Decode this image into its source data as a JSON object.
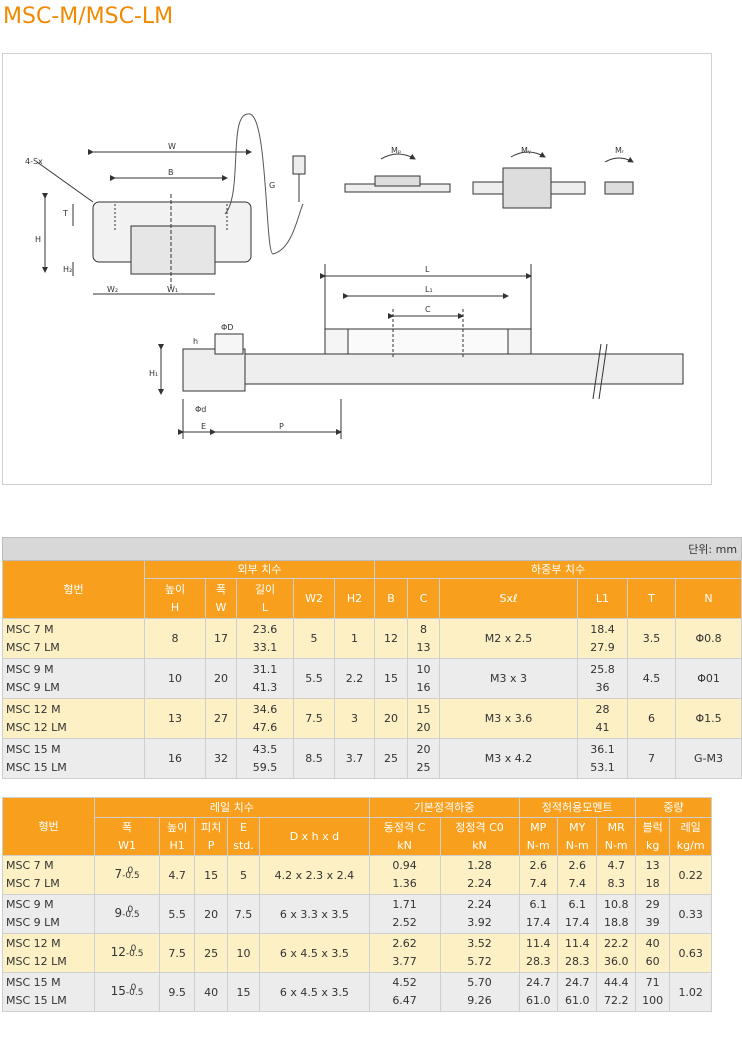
{
  "title": "MSC-M/MSC-LM",
  "drawing": {
    "labels": {
      "sx": "4-Sx",
      "w": "W",
      "b": "B",
      "g": "G",
      "t": "T",
      "h": "H",
      "h2": "H₂",
      "w2": "W₂",
      "w1": "W₁",
      "mp": "Mₚ",
      "my": "Mᵧ",
      "mr": "Mᵣ",
      "l": "L",
      "l1": "L₁",
      "c": "C",
      "h_small": "h",
      "od": "ΦD",
      "h1": "H₁",
      "odd": "Φd",
      "e": "E",
      "p": "P"
    }
  },
  "table1": {
    "unit": "단위: mm",
    "headers": {
      "model": "형번",
      "outer": "외부 치수",
      "load": "하중부 치수",
      "height": [
        "높이",
        "H"
      ],
      "width": [
        "폭",
        "W"
      ],
      "length": [
        "길이",
        "L"
      ],
      "w2": "W2",
      "h2": "H2",
      "b": "B",
      "c": "C",
      "sxl": "Sxℓ",
      "l1": "L1",
      "t": "T",
      "n": "N"
    },
    "rows": [
      {
        "model": [
          "MSC 7 M",
          "MSC 7 LM"
        ],
        "h": "8",
        "w": "17",
        "l": [
          "23.6",
          "33.1"
        ],
        "w2": "5",
        "h2": "1",
        "b": "12",
        "c": [
          "8",
          "13"
        ],
        "sxl": "M2 x 2.5",
        "l1": [
          "18.4",
          "27.9"
        ],
        "t": "3.5",
        "n": "Φ0.8"
      },
      {
        "model": [
          "MSC 9 M",
          "MSC 9 LM"
        ],
        "h": "10",
        "w": "20",
        "l": [
          "31.1",
          "41.3"
        ],
        "w2": "5.5",
        "h2": "2.2",
        "b": "15",
        "c": [
          "10",
          "16"
        ],
        "sxl": "M3 x 3",
        "l1": [
          "25.8",
          "36"
        ],
        "t": "4.5",
        "n": "Φ01"
      },
      {
        "model": [
          "MSC 12 M",
          "MSC 12 LM"
        ],
        "h": "13",
        "w": "27",
        "l": [
          "34.6",
          "47.6"
        ],
        "w2": "7.5",
        "h2": "3",
        "b": "20",
        "c": [
          "15",
          "20"
        ],
        "sxl": "M3 x 3.6",
        "l1": [
          "28",
          "41"
        ],
        "t": "6",
        "n": "Φ1.5"
      },
      {
        "model": [
          "MSC 15 M",
          "MSC 15 LM"
        ],
        "h": "16",
        "w": "32",
        "l": [
          "43.5",
          "59.5"
        ],
        "w2": "8.5",
        "h2": "3.7",
        "b": "25",
        "c": [
          "20",
          "25"
        ],
        "sxl": "M3 x 4.2",
        "l1": [
          "36.1",
          "53.1"
        ],
        "t": "7",
        "n": "G-M3"
      }
    ]
  },
  "table2": {
    "headers": {
      "model": "형번",
      "rail": "레일 치수",
      "basic": "기본정격하중",
      "moment": "정적허용모멘트",
      "weight": "중량",
      "w1": [
        "폭",
        "W1"
      ],
      "h1": [
        "높이",
        "H1"
      ],
      "p": [
        "피치",
        "P"
      ],
      "e": [
        "E",
        "std."
      ],
      "dhd": "D x h x d",
      "dyn": [
        "동정격 C",
        "kN"
      ],
      "stat": [
        "정정격 C0",
        "kN"
      ],
      "mp": [
        "MP",
        "N-m"
      ],
      "my": [
        "MY",
        "N-m"
      ],
      "mr": [
        "MR",
        "N-m"
      ],
      "block": [
        "블럭",
        "kg"
      ],
      "railw": [
        "레일",
        "kg/m"
      ]
    },
    "rows": [
      {
        "model": [
          "MSC 7 M",
          "MSC 7 LM"
        ],
        "w1": "7",
        "tol_up": "0",
        "tol_dn": "-0.5",
        "h1": "4.7",
        "p": "15",
        "e": "5",
        "dhd": "4.2 x 2.3 x 2.4",
        "c": [
          "0.94",
          "1.36"
        ],
        "c0": [
          "1.28",
          "2.24"
        ],
        "mp": [
          "2.6",
          "7.4"
        ],
        "my": [
          "2.6",
          "7.4"
        ],
        "mr": [
          "4.7",
          "8.3"
        ],
        "block": [
          "13",
          "18"
        ],
        "rail": "0.22"
      },
      {
        "model": [
          "MSC 9 M",
          "MSC 9 LM"
        ],
        "w1": "9",
        "tol_up": "0",
        "tol_dn": "-0.5",
        "h1": "5.5",
        "p": "20",
        "e": "7.5",
        "dhd": "6 x 3.3 x 3.5",
        "c": [
          "1.71",
          "2.52"
        ],
        "c0": [
          "2.24",
          "3.92"
        ],
        "mp": [
          "6.1",
          "17.4"
        ],
        "my": [
          "6.1",
          "17.4"
        ],
        "mr": [
          "10.8",
          "18.8"
        ],
        "block": [
          "29",
          "39"
        ],
        "rail": "0.33"
      },
      {
        "model": [
          "MSC 12 M",
          "MSC 12 LM"
        ],
        "w1": "12",
        "tol_up": "0",
        "tol_dn": "-0.5",
        "h1": "7.5",
        "p": "25",
        "e": "10",
        "dhd": "6 x 4.5 x 3.5",
        "c": [
          "2.62",
          "3.77"
        ],
        "c0": [
          "3.52",
          "5.72"
        ],
        "mp": [
          "11.4",
          "28.3"
        ],
        "my": [
          "11.4",
          "28.3"
        ],
        "mr": [
          "22.2",
          "36.0"
        ],
        "block": [
          "40",
          "60"
        ],
        "rail": "0.63"
      },
      {
        "model": [
          "MSC 15 M",
          "MSC 15 LM"
        ],
        "w1": "15",
        "tol_up": "0",
        "tol_dn": "-0.5",
        "h1": "9.5",
        "p": "40",
        "e": "15",
        "dhd": "6 x 4.5 x 3.5",
        "c": [
          "4.52",
          "6.47"
        ],
        "c0": [
          "5.70",
          "9.26"
        ],
        "mp": [
          "24.7",
          "61.0"
        ],
        "my": [
          "24.7",
          "61.0"
        ],
        "mr": [
          "44.4",
          "72.2"
        ],
        "block": [
          "71",
          "100"
        ],
        "rail": "1.02"
      }
    ]
  }
}
